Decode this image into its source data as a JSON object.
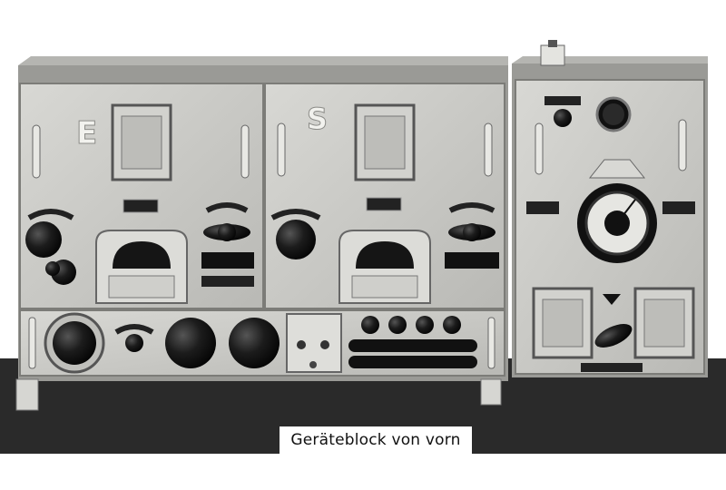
{
  "photo": {
    "panel_letter_left": "E",
    "panel_letter_right": "S",
    "caption": "Geräteblock von vorn"
  },
  "colors": {
    "background": "#ffffff",
    "floor": "#2a2a2a",
    "panel": "#c9c9c5",
    "panel_edge": "#8a8a86",
    "knob": "#151515"
  },
  "icons": [
    "equipment-rack",
    "rotary-knob",
    "handle",
    "dial-gauge",
    "tuning-dial",
    "window-frame",
    "meter-window"
  ]
}
